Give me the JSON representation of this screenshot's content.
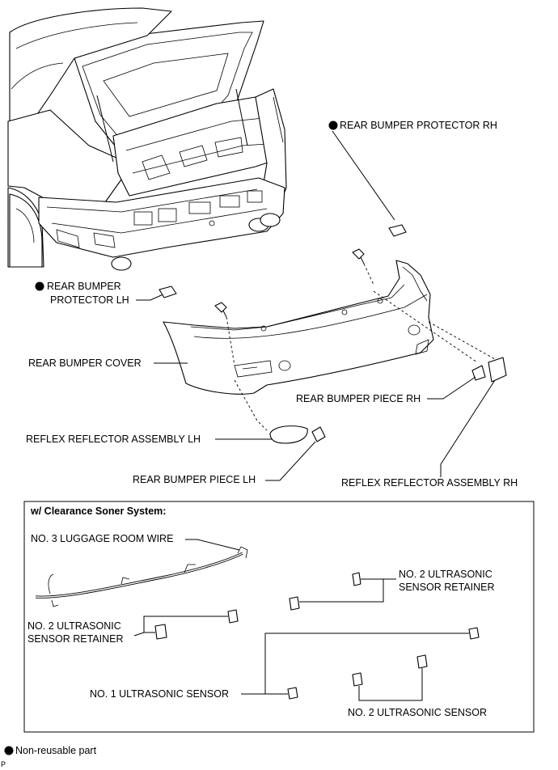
{
  "labels": {
    "rear_bumper_protector_rh": "REAR BUMPER PROTECTOR RH",
    "rear_bumper_protector_lh_line1": "REAR BUMPER",
    "rear_bumper_protector_lh_line2": "PROTECTOR LH",
    "rear_bumper_cover": "REAR BUMPER COVER",
    "rear_bumper_piece_rh": "REAR BUMPER PIECE RH",
    "reflex_reflector_assembly_lh": "REFLEX REFLECTOR ASSEMBLY LH",
    "rear_bumper_piece_lh": "REAR BUMPER PIECE LH",
    "reflex_reflector_assembly_rh": "REFLEX REFLECTOR ASSEMBLY RH"
  },
  "clearance_box": {
    "title": "w/ Clearance Soner System:",
    "luggage_wire": "NO. 3 LUGGAGE ROOM WIRE",
    "retainer_right_line1": "NO. 2 ULTRASONIC",
    "retainer_right_line2": "SENSOR RETAINER",
    "retainer_left_line1": "NO. 2 ULTRASONIC",
    "retainer_left_line2": "SENSOR RETAINER",
    "sensor_no1": "NO. 1 ULTRASONIC SENSOR",
    "sensor_no2": "NO. 2 ULTRASONIC SENSOR"
  },
  "legend": {
    "text": "Non-reusable part",
    "marker_icon": "filled-circle-icon"
  },
  "corner_mark": "P"
}
